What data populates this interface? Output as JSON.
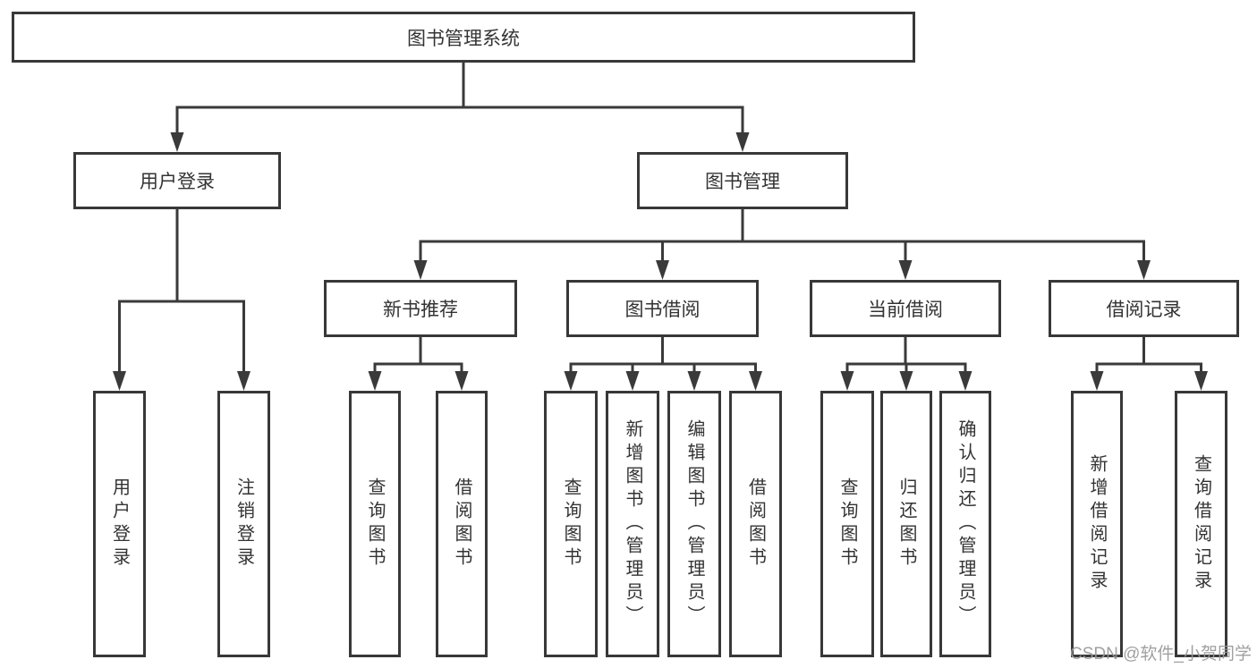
{
  "diagram": {
    "root": {
      "label": "图书管理系统"
    },
    "branches": [
      {
        "label": "用户登录",
        "children": [
          {
            "label": "用户登录"
          },
          {
            "label": "注销登录"
          }
        ]
      },
      {
        "label": "图书管理",
        "children": [
          {
            "label": "新书推荐",
            "children": [
              {
                "label": "查询图书"
              },
              {
                "label": "借阅图书"
              }
            ]
          },
          {
            "label": "图书借阅",
            "children": [
              {
                "label": "查询图书"
              },
              {
                "label": "新增图书（管理员）"
              },
              {
                "label": "编辑图书（管理员）"
              },
              {
                "label": "借阅图书"
              }
            ]
          },
          {
            "label": "当前借阅",
            "children": [
              {
                "label": "查询图书"
              },
              {
                "label": "归还图书"
              },
              {
                "label": "确认归还（管理员）"
              }
            ]
          },
          {
            "label": "借阅记录",
            "children": [
              {
                "label": "新增借阅记录"
              },
              {
                "label": "查询借阅记录"
              }
            ]
          }
        ]
      }
    ]
  },
  "watermark": {
    "text": "CSDN @软件_小贺同学"
  },
  "colors": {
    "line": "#3a3a3a",
    "box_border": "#383838",
    "text": "#333333",
    "background": "#ffffff",
    "watermark": "#989898"
  }
}
